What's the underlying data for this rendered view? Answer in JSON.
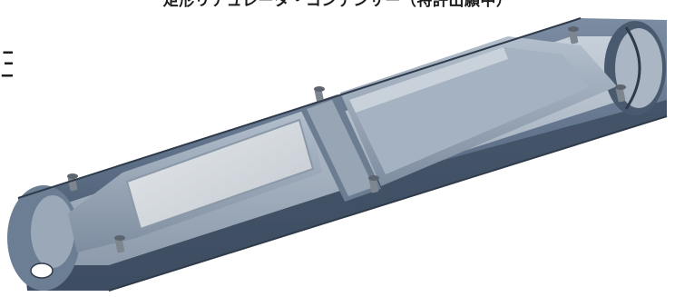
{
  "caption": {
    "text": "矩形リチュレータ・コンデンサー（特許出願中）"
  },
  "side_glyph": {
    "text": "王"
  },
  "illustration": {
    "subject": "cutaway-tube-with-rectangular-chambers",
    "colors": {
      "outer_shell": "#5f7189",
      "shell_dark": "#3e4d61",
      "inner_bore": "#a9b6c5",
      "plate": "#d6dbe0",
      "rim": "#8b98a7",
      "screw": "#7d858f"
    }
  }
}
